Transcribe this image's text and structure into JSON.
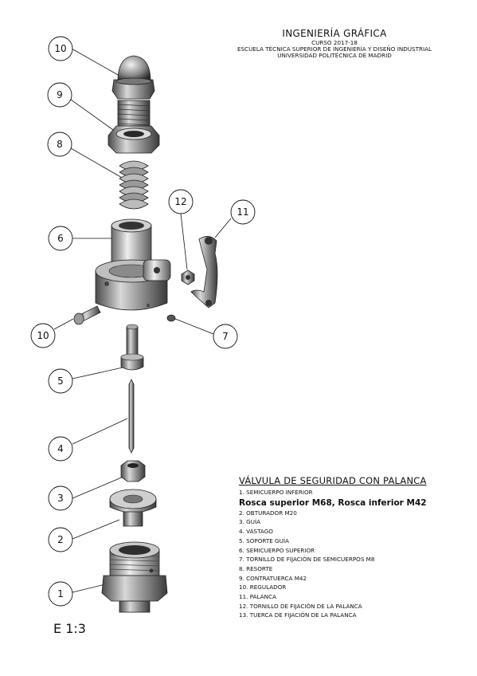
{
  "header": {
    "title": "INGENIERÍA GRÁFICA",
    "course": "CURSO 2017-18",
    "school": "ESCUELA TÉCNICA SUPERIOR DE INGENIERÍA Y DISEÑO INDUSTRIAL",
    "university": "UNIVERSIDAD POLITÉCNICA DE MADRID"
  },
  "balloons": [
    "10",
    "9",
    "8",
    "12",
    "11",
    "6",
    "10",
    "7",
    "5",
    "4",
    "3",
    "2",
    "1"
  ],
  "legend": {
    "title": "VÁLVULA DE SEGURIDAD CON PALANCA",
    "items": [
      "1. SEMICUERPO INFERIOR",
      "Rosca superior M68, Rosca inferior M42",
      "2. OBTURADOR M20",
      "3. GUÍA",
      "4. VÁSTAGO",
      "5. SOPORTE GUÍA",
      "6. SEMICUERPO SUPERIOR",
      "7. TORNILLO DE FIJACIÓN DE SEMICUERPOS M8",
      "8. RESORTE",
      "9. CONTRATUERCA M42",
      "10. REGULADOR",
      "11. PALANCA",
      "12. TORNILLO DE FIJACIÓN DE LA PALANCA",
      "13. TUERCA DE FIJACIÓN DE LA PALANCA"
    ]
  },
  "scale_label": "E 1:3"
}
